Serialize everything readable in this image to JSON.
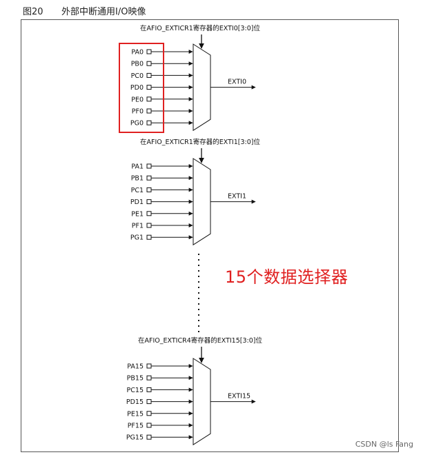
{
  "figure": {
    "number": "图20",
    "title": "外部中断通用I/O映像"
  },
  "groups": [
    {
      "register_label": "在AFIO_EXTICR1寄存器的EXTI0[3:0]位",
      "inputs": [
        "PA0",
        "PB0",
        "PC0",
        "PD0",
        "PE0",
        "PF0",
        "PG0"
      ],
      "output": "EXTI0"
    },
    {
      "register_label": "在AFIO_EXTICR1寄存器的EXTI1[3:0]位",
      "inputs": [
        "PA1",
        "PB1",
        "PC1",
        "PD1",
        "PE1",
        "PF1",
        "PG1"
      ],
      "output": "EXTI1"
    },
    {
      "register_label": "在AFIO_EXTICR4寄存器的EXTI15[3:0]位",
      "inputs": [
        "PA15",
        "PB15",
        "PC15",
        "PD15",
        "PE15",
        "PF15",
        "PG15"
      ],
      "output": "EXTI15"
    }
  ],
  "annotation": "15个数据选择器",
  "watermark": "CSDN @ls Fang",
  "colors": {
    "annotation": "#e02020",
    "highlight_box": "#e02020",
    "lines": "#111111"
  }
}
